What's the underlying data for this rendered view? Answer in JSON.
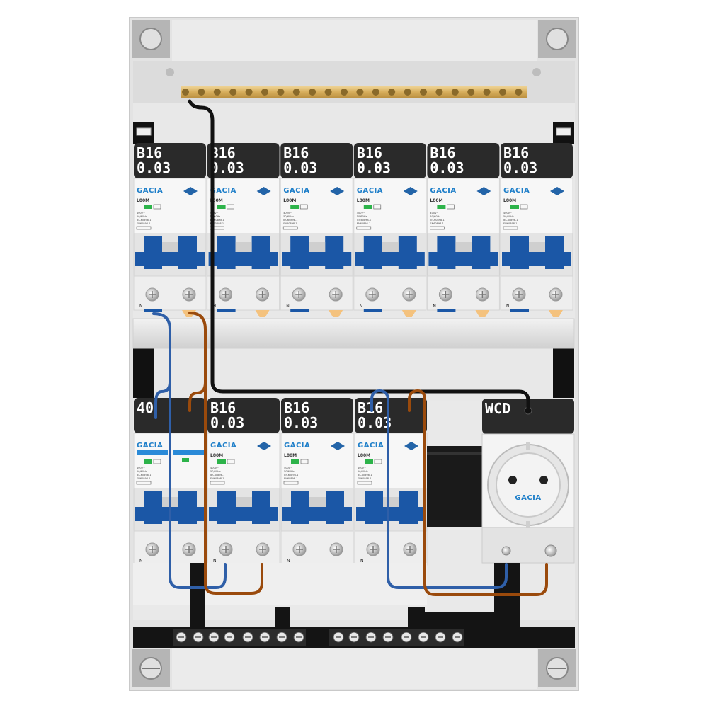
{
  "panel": {
    "brand": "GACIA",
    "model": "L80M",
    "top_row": [
      {
        "line1": "B16",
        "line2": "0.03"
      },
      {
        "line1": "B16",
        "line2": "0.03"
      },
      {
        "line1": "B16",
        "line2": "0.03"
      },
      {
        "line1": "B16",
        "line2": "0.03"
      },
      {
        "line1": "B16",
        "line2": "0.03"
      },
      {
        "line1": "B16",
        "line2": "0.03"
      }
    ],
    "bottom_row": [
      {
        "line1": "40",
        "line2": ""
      },
      {
        "line1": "B16",
        "line2": "0.03"
      },
      {
        "line1": "B16",
        "line2": "0.03"
      },
      {
        "line1": "B16",
        "line2": "0.03"
      }
    ],
    "socket_label": "WCD",
    "socket_brand": "GACIA",
    "neutral_mark": "N",
    "spec_lines": [
      "400V~",
      "50/60Hz",
      "IEC60898-1",
      "EN60898-1"
    ]
  },
  "colors": {
    "enclosure": "#e6e6e6",
    "breaker_blue": "#1b57a6",
    "label_bg": "#2a2a2a",
    "busbar_brass": "#d8b46a",
    "wire_black": "#111111",
    "wire_blue": "#2f5fa8",
    "wire_brown": "#9a4a0c",
    "brand_blue": "#1f7fc9",
    "indicator_green": "#2db34a"
  },
  "icons": {
    "logo": "diamond-logo-icon",
    "screw": "screw-icon",
    "socket": "schuko-socket-icon"
  }
}
